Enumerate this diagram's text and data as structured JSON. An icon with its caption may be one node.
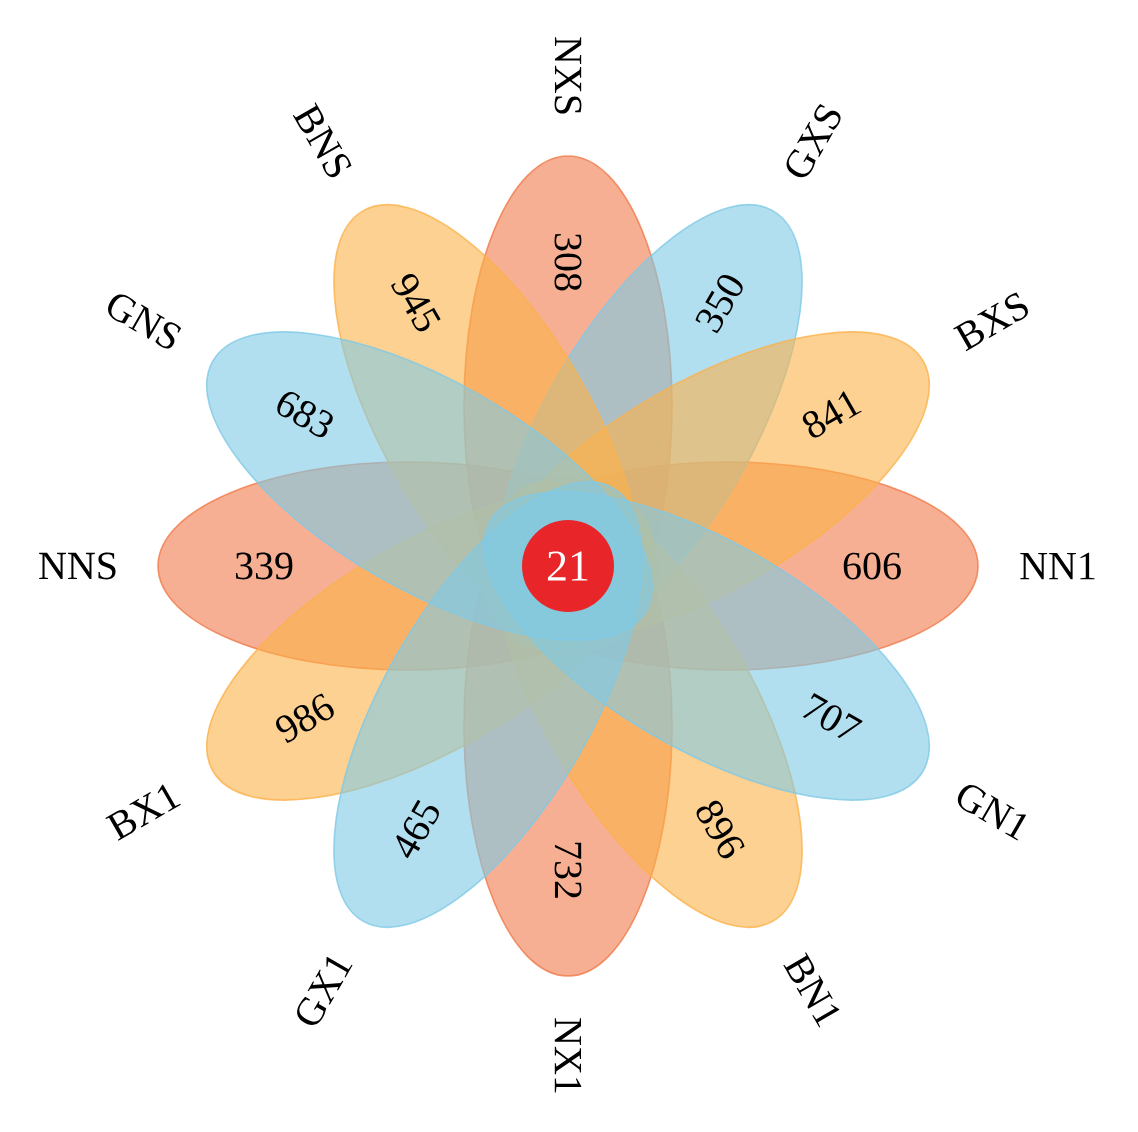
{
  "diagram": {
    "nodes": [
      {
        "text": [
          "606",
          "NN1"
        ]
      },
      {
        "text": [
          "350",
          "GXS"
        ]
      },
      {
        "text": [
          "841",
          "BXS"
        ]
      },
      {
        "text": [
          "NXS",
          "308"
        ]
      },
      {
        "text": [
          "BNS",
          "945"
        ]
      },
      {
        "text": [
          "GNS",
          "683"
        ]
      },
      {
        "text": [
          "NNS",
          "339"
        ]
      },
      {
        "text": [
          "BX1",
          "986"
        ]
      },
      {
        "text": [
          "GX1",
          "465"
        ]
      },
      {
        "text": [
          "732",
          "NX1"
        ]
      },
      {
        "text": [
          "896",
          "BN1"
        ]
      },
      {
        "text": [
          "707",
          "GN1"
        ]
      },
      {
        "text": [
          "21"
        ]
      }
    ]
  }
}
